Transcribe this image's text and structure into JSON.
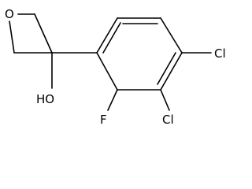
{
  "molecule": {
    "atoms": {
      "oxygen_ring": "O",
      "hydroxyl": "HO",
      "fluorine": "F",
      "chlorine_meta": "Cl",
      "chlorine_para": "Cl"
    }
  }
}
